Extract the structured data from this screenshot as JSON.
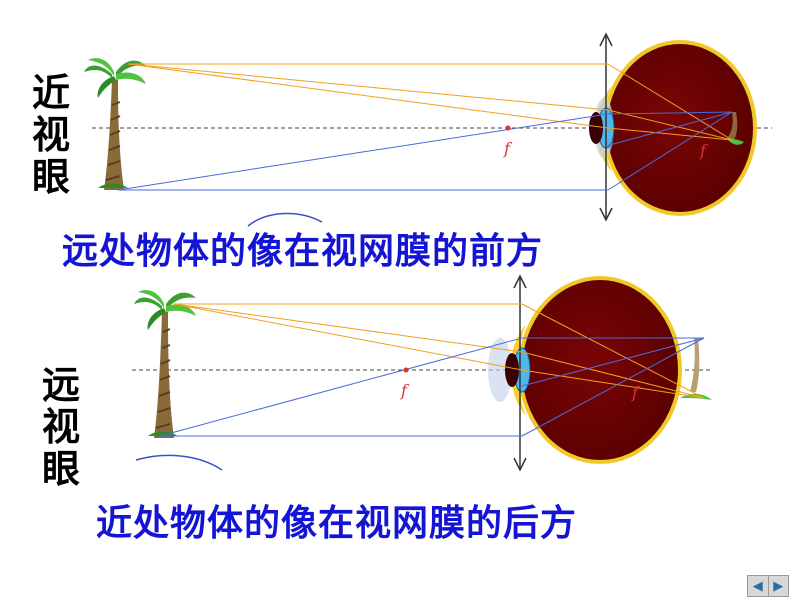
{
  "myopia": {
    "label": "近视眼",
    "caption": "远处物体的像在视网膜的前方",
    "focus_label": "f",
    "retina_focus_label": "f"
  },
  "hyperopia": {
    "label": "远视眼",
    "caption": "近处物体的像在视网膜的后方",
    "focus_label": "f",
    "retina_focus_label": "f"
  },
  "colors": {
    "caption": "#1414d4",
    "eyeball": "#6b0000",
    "lens": "#4fb8ea",
    "cornea_outline": "#f0b800",
    "ray_orange": "#f0a020",
    "ray_blue": "#4a6ad8",
    "focus": "#e03030"
  },
  "nav": {
    "prev": "◀",
    "next": "▶"
  }
}
